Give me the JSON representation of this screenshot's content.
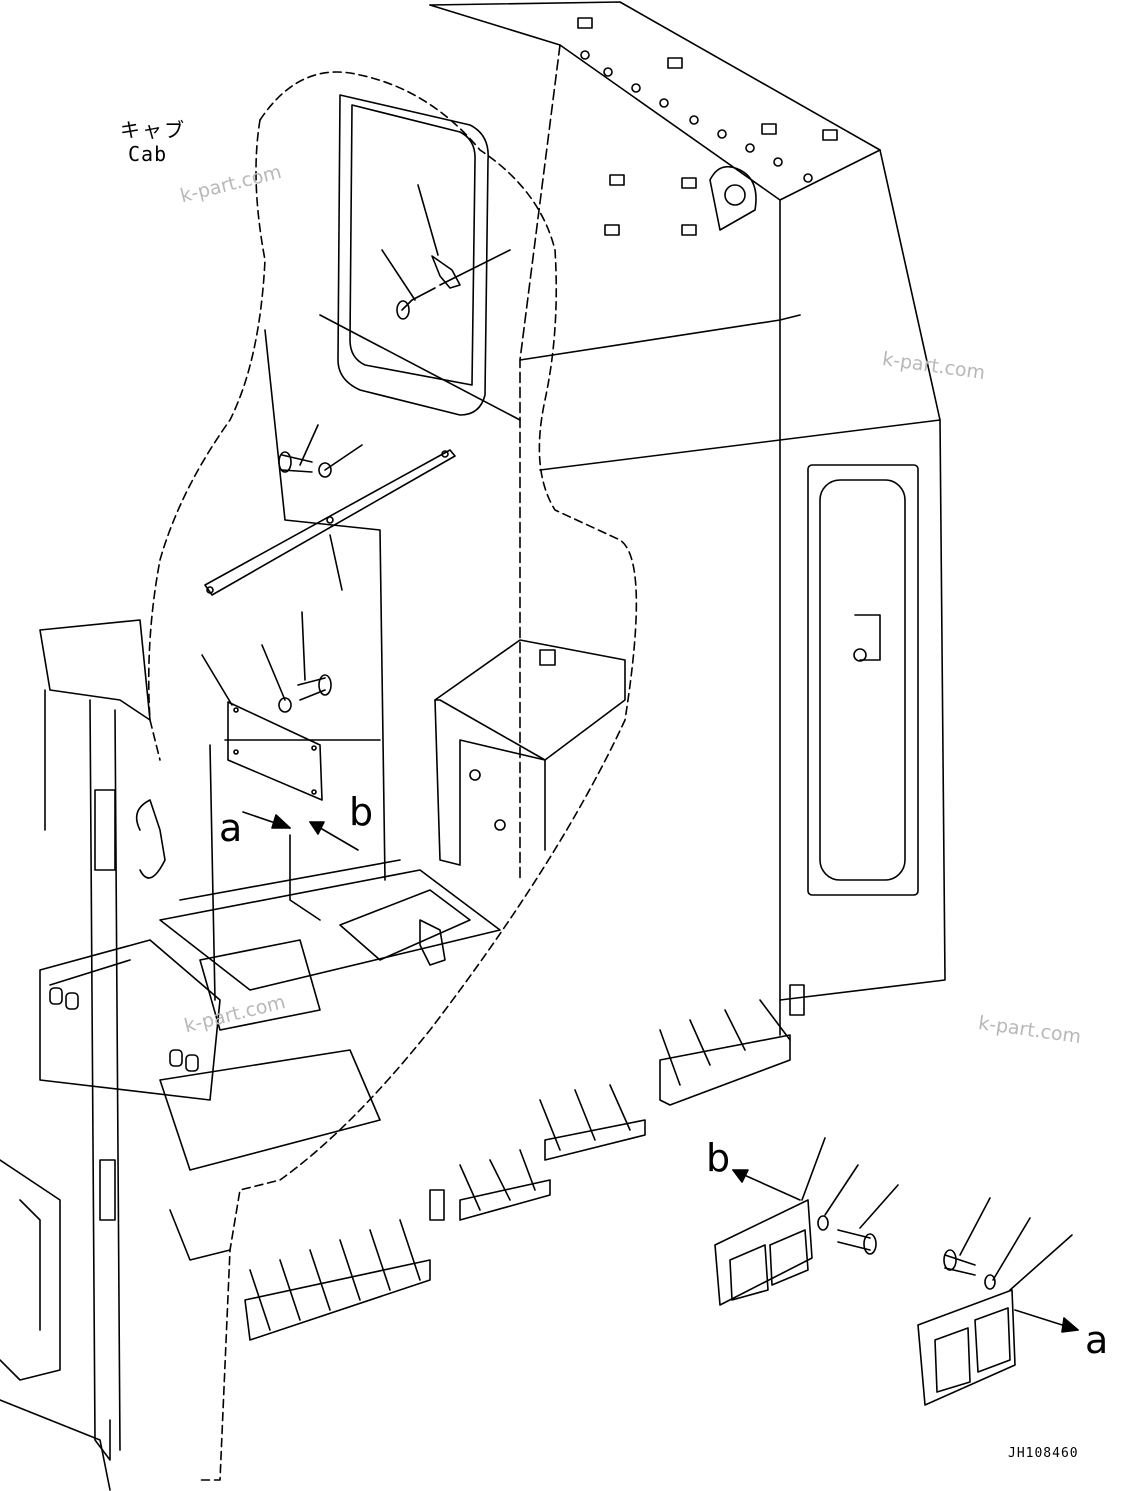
{
  "labels": {
    "cab_jp": "キャブ",
    "cab_en": "Cab",
    "view_a": "a",
    "view_b": "b",
    "view_b_detail": "b",
    "view_a_detail": "a"
  },
  "watermark": "k-part.com",
  "drawing_code": "JH108460",
  "colors": {
    "line": "#000000",
    "watermark": "#b8b8b8",
    "background": "#ffffff"
  }
}
